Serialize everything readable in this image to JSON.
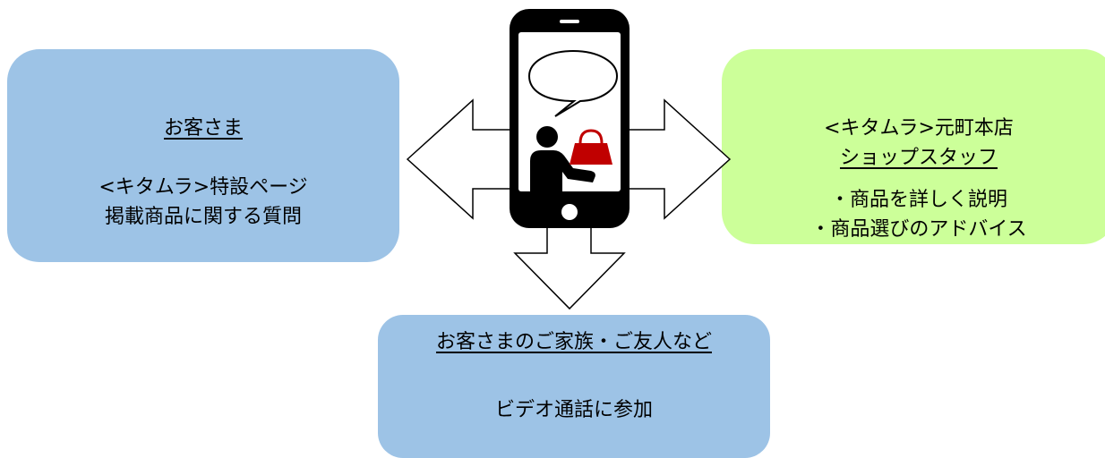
{
  "customer": {
    "title": "お客さま",
    "line1": "<キタムラ>特設ページ",
    "line2": "掲載商品に関する質問"
  },
  "shop": {
    "line1": "<キタムラ>元町本店",
    "title": "ショップスタッフ",
    "item1": "・商品を詳しく説明",
    "item2": "・商品選びのアドバイス"
  },
  "family": {
    "title": "お客さまのご家族・ご友人など",
    "line1": "ビデオ通話に参加"
  },
  "colors": {
    "blue_box": "#9dc3e6",
    "green_box": "#ccff99",
    "phone": "#000000",
    "bag": "#c00000"
  },
  "icons": [
    "smartphone-icon",
    "speech-bubble-icon",
    "person-icon",
    "shopping-bag-icon",
    "arrow-left-icon",
    "arrow-right-icon",
    "arrow-down-icon"
  ]
}
